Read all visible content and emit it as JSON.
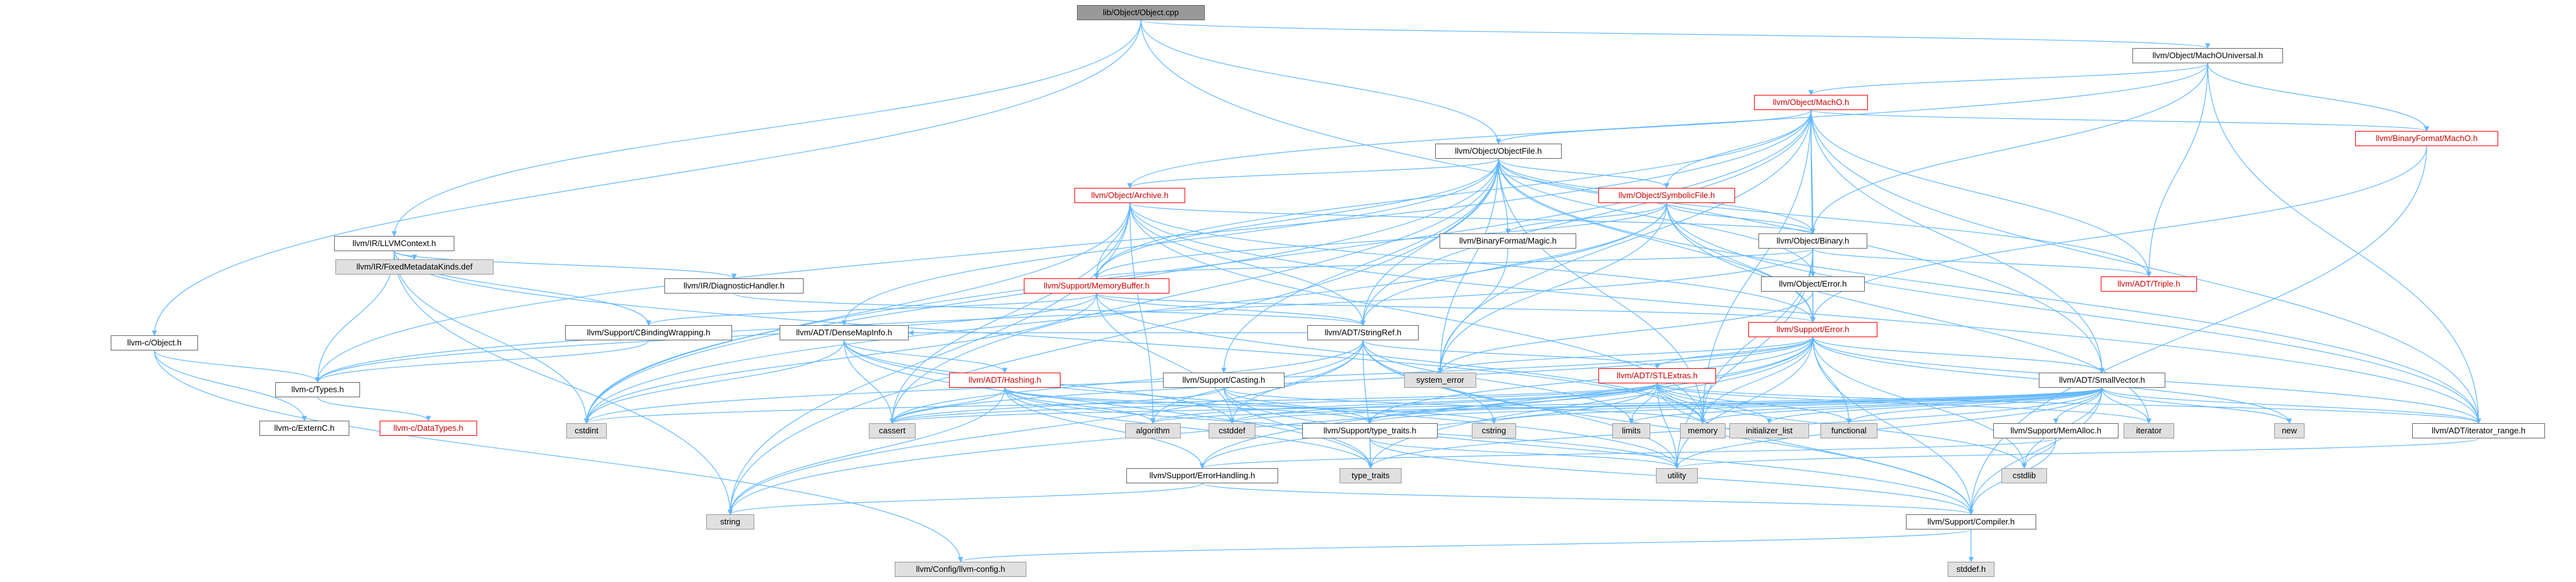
{
  "diagram": {
    "nodes": [
      {
        "id": "root",
        "label": "lib/Object/Object.cpp",
        "kind": "root"
      },
      {
        "id": "universal",
        "label": "llvm/Object/MachOUniversal.h",
        "kind": "normal"
      },
      {
        "id": "macho",
        "label": "llvm/Object/MachO.h",
        "kind": "red"
      },
      {
        "id": "bf_macho",
        "label": "llvm/BinaryFormat/MachO.h",
        "kind": "red"
      },
      {
        "id": "objectfile",
        "label": "llvm/Object/ObjectFile.h",
        "kind": "normal"
      },
      {
        "id": "archive",
        "label": "llvm/Object/Archive.h",
        "kind": "red"
      },
      {
        "id": "symbolicfile",
        "label": "llvm/Object/SymbolicFile.h",
        "kind": "red"
      },
      {
        "id": "magic",
        "label": "llvm/BinaryFormat/Magic.h",
        "kind": "normal"
      },
      {
        "id": "binary",
        "label": "llvm/Object/Binary.h",
        "kind": "normal"
      },
      {
        "id": "triple",
        "label": "llvm/ADT/Triple.h",
        "kind": "red"
      },
      {
        "id": "llvmcontext",
        "label": "llvm/IR/LLVMContext.h",
        "kind": "normal"
      },
      {
        "id": "fixedmeta",
        "label": "llvm/IR/FixedMetadataKinds.def",
        "kind": "ext"
      },
      {
        "id": "diaghandler",
        "label": "llvm/IR/DiagnosticHandler.h",
        "kind": "normal"
      },
      {
        "id": "memorybuffer",
        "label": "llvm/Support/MemoryBuffer.h",
        "kind": "red"
      },
      {
        "id": "objerror",
        "label": "llvm/Object/Error.h",
        "kind": "normal"
      },
      {
        "id": "supporterror",
        "label": "llvm/Support/Error.h",
        "kind": "red"
      },
      {
        "id": "c_object",
        "label": "llvm-c/Object.h",
        "kind": "normal"
      },
      {
        "id": "cbinding",
        "label": "llvm/Support/CBindingWrapping.h",
        "kind": "normal"
      },
      {
        "id": "densemapinfo",
        "label": "llvm/ADT/DenseMapInfo.h",
        "kind": "normal"
      },
      {
        "id": "stringref",
        "label": "llvm/ADT/StringRef.h",
        "kind": "normal"
      },
      {
        "id": "stlextras",
        "label": "llvm/ADT/STLExtras.h",
        "kind": "red"
      },
      {
        "id": "smallvector",
        "label": "llvm/ADT/SmallVector.h",
        "kind": "normal"
      },
      {
        "id": "c_types",
        "label": "llvm-c/Types.h",
        "kind": "normal"
      },
      {
        "id": "hashing",
        "label": "llvm/ADT/Hashing.h",
        "kind": "red"
      },
      {
        "id": "casting",
        "label": "llvm/Support/Casting.h",
        "kind": "normal"
      },
      {
        "id": "typetraits",
        "label": "llvm/Support/type_traits.h",
        "kind": "normal"
      },
      {
        "id": "memalloc",
        "label": "llvm/Support/MemAlloc.h",
        "kind": "normal"
      },
      {
        "id": "iterrange",
        "label": "llvm/ADT/iterator_range.h",
        "kind": "normal"
      },
      {
        "id": "c_externc",
        "label": "llvm-c/ExternC.h",
        "kind": "normal"
      },
      {
        "id": "c_datatypes",
        "label": "llvm-c/DataTypes.h",
        "kind": "red"
      },
      {
        "id": "errorhandling",
        "label": "llvm/Support/ErrorHandling.h",
        "kind": "normal"
      },
      {
        "id": "compiler",
        "label": "llvm/Support/Compiler.h",
        "kind": "normal"
      },
      {
        "id": "llvmconfig",
        "label": "llvm/Config/llvm-config.h",
        "kind": "ext"
      },
      {
        "id": "stddef",
        "label": "stddef.h",
        "kind": "ext"
      },
      {
        "id": "string",
        "label": "string",
        "kind": "ext"
      },
      {
        "id": "cstdint",
        "label": "cstdint",
        "kind": "ext"
      },
      {
        "id": "cassert",
        "label": "cassert",
        "kind": "ext"
      },
      {
        "id": "algorithm",
        "label": "algorithm",
        "kind": "ext"
      },
      {
        "id": "cstddef",
        "label": "cstddef",
        "kind": "ext"
      },
      {
        "id": "cstring",
        "label": "cstring",
        "kind": "ext"
      },
      {
        "id": "limits",
        "label": "limits",
        "kind": "ext"
      },
      {
        "id": "system_error",
        "label": "system_error",
        "kind": "ext"
      },
      {
        "id": "memory",
        "label": "memory",
        "kind": "ext"
      },
      {
        "id": "init_list",
        "label": "initializer_list",
        "kind": "ext"
      },
      {
        "id": "functional",
        "label": "functional",
        "kind": "ext"
      },
      {
        "id": "iterator",
        "label": "iterator",
        "kind": "ext"
      },
      {
        "id": "new",
        "label": "new",
        "kind": "ext"
      },
      {
        "id": "utility",
        "label": "utility",
        "kind": "ext"
      },
      {
        "id": "type_traits",
        "label": "type_traits",
        "kind": "ext"
      },
      {
        "id": "cstdlib",
        "label": "cstdlib",
        "kind": "ext"
      }
    ],
    "edges": [
      [
        "root",
        "universal"
      ],
      [
        "root",
        "objectfile"
      ],
      [
        "root",
        "llvmcontext"
      ],
      [
        "root",
        "c_object"
      ],
      [
        "root",
        "smallvector"
      ],
      [
        "universal",
        "macho"
      ],
      [
        "universal",
        "bf_macho"
      ],
      [
        "universal",
        "triple"
      ],
      [
        "universal",
        "binary"
      ],
      [
        "universal",
        "iterrange"
      ],
      [
        "universal",
        "archive"
      ],
      [
        "macho",
        "bf_macho"
      ],
      [
        "macho",
        "objectfile"
      ],
      [
        "macho",
        "symbolicfile"
      ],
      [
        "macho",
        "binary"
      ],
      [
        "macho",
        "triple"
      ],
      [
        "macho",
        "smallvector"
      ],
      [
        "macho",
        "stringref"
      ],
      [
        "macho",
        "memorybuffer"
      ],
      [
        "macho",
        "iterrange"
      ],
      [
        "macho",
        "supporterror"
      ],
      [
        "macho",
        "system_error"
      ],
      [
        "macho",
        "memory"
      ],
      [
        "macho",
        "cstdint"
      ],
      [
        "macho",
        "c_types"
      ],
      [
        "bf_macho",
        "supporterror"
      ],
      [
        "bf_macho",
        "compiler"
      ],
      [
        "objectfile",
        "archive"
      ],
      [
        "objectfile",
        "symbolicfile"
      ],
      [
        "objectfile",
        "magic"
      ],
      [
        "objectfile",
        "binary"
      ],
      [
        "objectfile",
        "objerror"
      ],
      [
        "objectfile",
        "triple"
      ],
      [
        "objectfile",
        "densemapinfo"
      ],
      [
        "objectfile",
        "stringref"
      ],
      [
        "objectfile",
        "casting"
      ],
      [
        "objectfile",
        "memorybuffer"
      ],
      [
        "objectfile",
        "supporterror"
      ],
      [
        "objectfile",
        "iterrange"
      ],
      [
        "objectfile",
        "cassert"
      ],
      [
        "objectfile",
        "cstdint"
      ],
      [
        "objectfile",
        "memory"
      ],
      [
        "objectfile",
        "system_error"
      ],
      [
        "objectfile",
        "string"
      ],
      [
        "archive",
        "binary"
      ],
      [
        "archive",
        "memorybuffer"
      ],
      [
        "archive",
        "stringref"
      ],
      [
        "archive",
        "supporterror"
      ],
      [
        "archive",
        "iterrange"
      ],
      [
        "archive",
        "cstdint"
      ],
      [
        "archive",
        "algorithm"
      ],
      [
        "archive",
        "memory"
      ],
      [
        "archive",
        "string"
      ],
      [
        "archive",
        "cassert"
      ],
      [
        "symbolicfile",
        "binary"
      ],
      [
        "symbolicfile",
        "magic"
      ],
      [
        "symbolicfile",
        "stringref"
      ],
      [
        "symbolicfile",
        "memorybuffer"
      ],
      [
        "symbolicfile",
        "supporterror"
      ],
      [
        "symbolicfile",
        "iterrange"
      ],
      [
        "symbolicfile",
        "cinttypes"
      ],
      [
        "symbolicfile",
        "system_error"
      ],
      [
        "symbolicfile",
        "iterator"
      ],
      [
        "symbolicfile",
        "cstdint"
      ],
      [
        "magic",
        "system_error"
      ],
      [
        "binary",
        "objerror"
      ],
      [
        "binary",
        "triple"
      ],
      [
        "binary",
        "memorybuffer"
      ],
      [
        "binary",
        "supporterror"
      ],
      [
        "binary",
        "c_types"
      ],
      [
        "binary",
        "utility"
      ],
      [
        "binary",
        "memory"
      ],
      [
        "llvmcontext",
        "fixedmeta"
      ],
      [
        "llvmcontext",
        "diaghandler"
      ],
      [
        "llvmcontext",
        "cbinding"
      ],
      [
        "llvmcontext",
        "c_types"
      ],
      [
        "llvmcontext",
        "cstdint"
      ],
      [
        "llvmcontext",
        "memory"
      ],
      [
        "llvmcontext",
        "string"
      ],
      [
        "diaghandler",
        "stringref"
      ],
      [
        "memorybuffer",
        "cbinding"
      ],
      [
        "memorybuffer",
        "c_types"
      ],
      [
        "memorybuffer",
        "stringref"
      ],
      [
        "memorybuffer",
        "supporterror"
      ],
      [
        "memorybuffer",
        "cstddef"
      ],
      [
        "memorybuffer",
        "cstdint"
      ],
      [
        "memorybuffer",
        "memory"
      ],
      [
        "objerror",
        "supporterror"
      ],
      [
        "objerror",
        "system_error"
      ],
      [
        "supporterror",
        "stlextras"
      ],
      [
        "supporterror",
        "smallvector"
      ],
      [
        "supporterror",
        "compiler"
      ],
      [
        "supporterror",
        "errorhandling"
      ],
      [
        "supporterror",
        "typetraits"
      ],
      [
        "supporterror",
        "cassert"
      ],
      [
        "supporterror",
        "cstdint"
      ],
      [
        "supporterror",
        "cstdlib"
      ],
      [
        "supporterror",
        "functional"
      ],
      [
        "supporterror",
        "memory"
      ],
      [
        "supporterror",
        "new"
      ],
      [
        "supporterror",
        "string"
      ],
      [
        "supporterror",
        "system_error"
      ],
      [
        "supporterror",
        "type_traits"
      ],
      [
        "supporterror",
        "utility"
      ],
      [
        "supporterror",
        "iterrange"
      ],
      [
        "c_object",
        "c_types"
      ],
      [
        "c_object",
        "c_externc"
      ],
      [
        "c_object",
        "llvmconfig"
      ],
      [
        "cbinding",
        "c_types"
      ],
      [
        "densemapinfo",
        "hashing"
      ],
      [
        "densemapinfo",
        "cassert"
      ],
      [
        "densemapinfo",
        "cstddef"
      ],
      [
        "densemapinfo",
        "cstdint"
      ],
      [
        "densemapinfo",
        "type_traits"
      ],
      [
        "densemapinfo",
        "utility"
      ],
      [
        "stringref",
        "densemapinfo"
      ],
      [
        "stringref",
        "stlextras"
      ],
      [
        "stringref",
        "compiler"
      ],
      [
        "stringref",
        "algorithm"
      ],
      [
        "stringref",
        "cassert"
      ],
      [
        "stringref",
        "cstddef"
      ],
      [
        "stringref",
        "cstring"
      ],
      [
        "stringref",
        "limits"
      ],
      [
        "stringref",
        "string"
      ],
      [
        "stringref",
        "type_traits"
      ],
      [
        "stringref",
        "utility"
      ],
      [
        "stlextras",
        "typetraits"
      ],
      [
        "stlextras",
        "iterrange"
      ],
      [
        "stlextras",
        "errorhandling"
      ],
      [
        "stlextras",
        "compiler"
      ],
      [
        "stlextras",
        "algorithm"
      ],
      [
        "stlextras",
        "cassert"
      ],
      [
        "stlextras",
        "cstddef"
      ],
      [
        "stlextras",
        "cstdint"
      ],
      [
        "stlextras",
        "cstdlib"
      ],
      [
        "stlextras",
        "functional"
      ],
      [
        "stlextras",
        "init_list"
      ],
      [
        "stlextras",
        "iterator"
      ],
      [
        "stlextras",
        "limits"
      ],
      [
        "stlextras",
        "memory"
      ],
      [
        "stlextras",
        "utility"
      ],
      [
        "smallvector",
        "compiler"
      ],
      [
        "smallvector",
        "typetraits"
      ],
      [
        "smallvector",
        "memalloc"
      ],
      [
        "smallvector",
        "iterrange"
      ],
      [
        "smallvector",
        "algorithm"
      ],
      [
        "smallvector",
        "cassert"
      ],
      [
        "smallvector",
        "cstddef"
      ],
      [
        "smallvector",
        "cstdlib"
      ],
      [
        "smallvector",
        "cstring"
      ],
      [
        "smallvector",
        "functional"
      ],
      [
        "smallvector",
        "init_list"
      ],
      [
        "smallvector",
        "iterator"
      ],
      [
        "smallvector",
        "limits"
      ],
      [
        "smallvector",
        "memory"
      ],
      [
        "smallvector",
        "new"
      ],
      [
        "smallvector",
        "type_traits"
      ],
      [
        "smallvector",
        "utility"
      ],
      [
        "c_types",
        "c_datatypes"
      ],
      [
        "hashing",
        "errorhandling"
      ],
      [
        "hashing",
        "typetraits"
      ],
      [
        "hashing",
        "algorithm"
      ],
      [
        "hashing",
        "cassert"
      ],
      [
        "hashing",
        "cstring"
      ],
      [
        "hashing",
        "string"
      ],
      [
        "hashing",
        "type_traits"
      ],
      [
        "hashing",
        "utility"
      ],
      [
        "casting",
        "typetraits"
      ],
      [
        "casting",
        "compiler"
      ],
      [
        "casting",
        "cassert"
      ],
      [
        "casting",
        "memory"
      ],
      [
        "casting",
        "type_traits"
      ],
      [
        "typetraits",
        "compiler"
      ],
      [
        "typetraits",
        "type_traits"
      ],
      [
        "typetraits",
        "utility"
      ],
      [
        "memalloc",
        "compiler"
      ],
      [
        "memalloc",
        "errorhandling"
      ],
      [
        "memalloc",
        "cstdlib"
      ],
      [
        "iterrange",
        "utility"
      ],
      [
        "errorhandling",
        "compiler"
      ],
      [
        "errorhandling",
        "string"
      ],
      [
        "compiler",
        "llvmconfig"
      ],
      [
        "compiler",
        "stddef"
      ]
    ]
  }
}
